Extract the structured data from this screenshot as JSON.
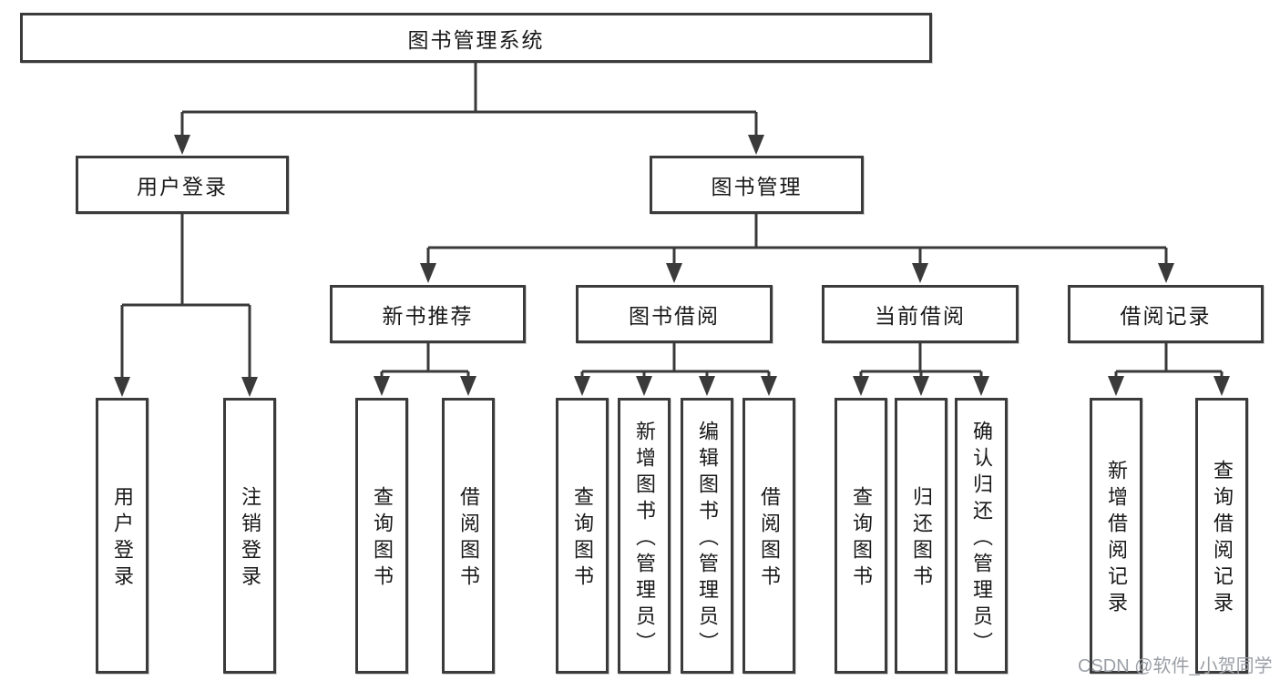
{
  "diagram_type": "function-structure-tree",
  "tree": {
    "label": "图书管理系统",
    "children": [
      {
        "label": "用户登录",
        "children": [
          {
            "label": "用户登录"
          },
          {
            "label": "注销登录"
          }
        ]
      },
      {
        "label": "图书管理",
        "children": [
          {
            "label": "新书推荐",
            "children": [
              {
                "label": "查询图书"
              },
              {
                "label": "借阅图书"
              }
            ]
          },
          {
            "label": "图书借阅",
            "children": [
              {
                "label": "查询图书"
              },
              {
                "label": "新增图书（管理员）"
              },
              {
                "label": "编辑图书（管理员）"
              },
              {
                "label": "借阅图书"
              }
            ]
          },
          {
            "label": "当前借阅",
            "children": [
              {
                "label": "查询图书"
              },
              {
                "label": "归还图书"
              },
              {
                "label": "确认归还（管理员）"
              }
            ]
          },
          {
            "label": "借阅记录",
            "children": [
              {
                "label": "新增借阅记录"
              },
              {
                "label": "查询借阅记录"
              }
            ]
          }
        ]
      }
    ]
  },
  "watermark": "CSDN @软件_小贺同学",
  "colors": {
    "line": "#3a3a3a",
    "box_border": "#3b3b3b",
    "text": "#181818",
    "watermark": "#9b9fa6",
    "background": "#ffffff"
  }
}
